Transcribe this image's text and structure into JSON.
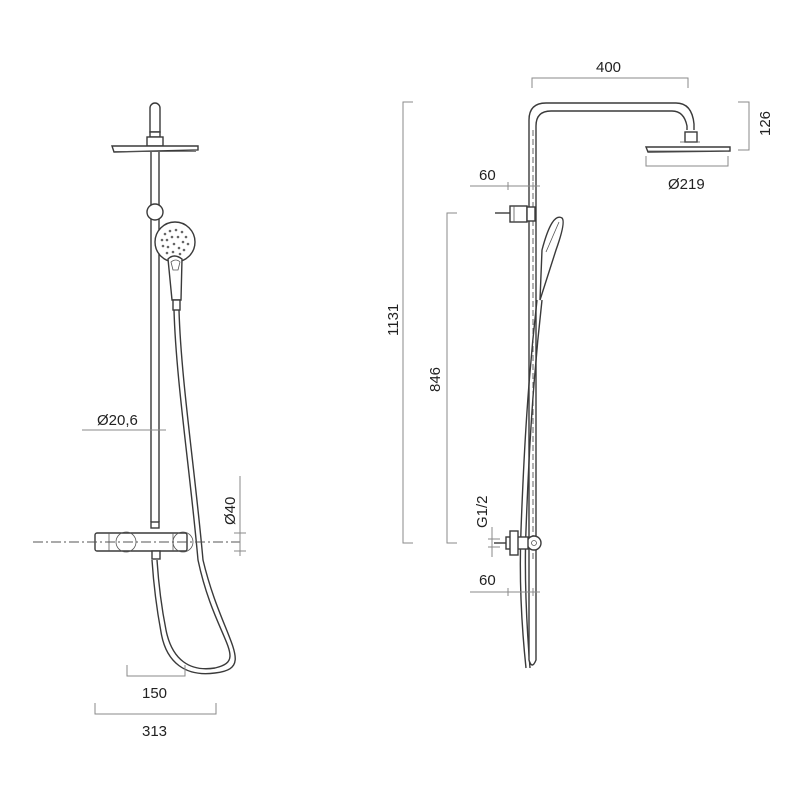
{
  "drawing": {
    "front_view": {
      "dimensions": {
        "bar_diameter": "Ø20,6",
        "mixer_diameter": "Ø40",
        "hose_connection_offset": "150",
        "overall_width": "313"
      }
    },
    "side_view": {
      "dimensions": {
        "arm_projection": "400",
        "head_height": "126",
        "head_diameter": "Ø219",
        "top_bracket_offset": "60",
        "total_height": "1131",
        "bracket_to_outlet_height": "846",
        "inlet_thread": "G1/2",
        "bottom_inlet_offset": "60"
      }
    },
    "colors": {
      "line": "#3a3a3a",
      "dimension_line": "#8a8a8a",
      "text": "#222222",
      "background": "#ffffff"
    }
  }
}
